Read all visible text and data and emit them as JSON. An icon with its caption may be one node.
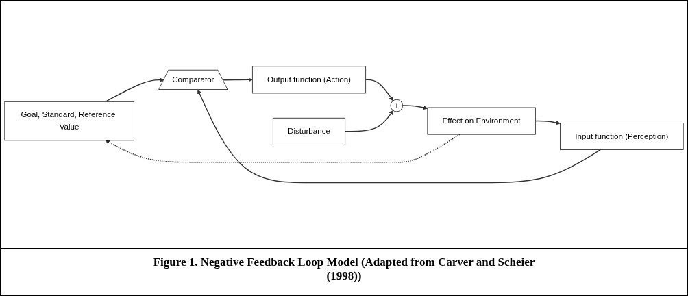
{
  "diagram": {
    "caption": "Figure 1. Negative Feedback Loop Model (Adapted from Carver and Scheier (1998))",
    "nodes": [
      {
        "text": [
          "Goal, Standard, Reference Value"
        ]
      },
      {
        "text": [
          "Comparator"
        ]
      },
      {
        "text": [
          "Input function (Perception)"
        ]
      },
      {
        "text": [
          "Effect on Environment"
        ]
      },
      {
        "text": [
          "+"
        ]
      },
      {
        "text": [
          "Output function (Action)"
        ]
      },
      {
        "text": [
          "Disturbance"
        ]
      }
    ],
    "edges": [
      {
        "from": 0,
        "to": 1,
        "arrow": "to"
      },
      {
        "from": 2,
        "to": 1,
        "arrow": "to"
      },
      {
        "from": 1,
        "to": 5,
        "arrow": "to"
      },
      {
        "from": 5,
        "to": 4,
        "arrow": "to"
      },
      {
        "from": 6,
        "to": 4,
        "arrow": "to"
      },
      {
        "from": 4,
        "to": 3,
        "arrow": "to"
      },
      {
        "from": 3,
        "to": 2,
        "arrow": "to"
      },
      {
        "from": 3,
        "to": 0,
        "arrow": "to",
        "style": "dashed"
      }
    ]
  }
}
